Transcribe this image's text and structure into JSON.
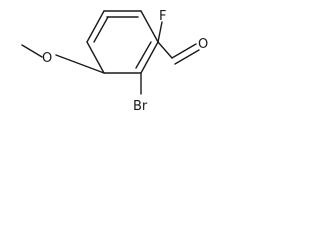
{
  "molecule": {
    "atoms": {
      "fluorine": "F",
      "oxygen_methoxy": "O",
      "oxygen_aldehyde": "O",
      "bromine": "Br"
    },
    "colors": {
      "ink": "#1a1a1a",
      "background": "#ffffff"
    }
  }
}
